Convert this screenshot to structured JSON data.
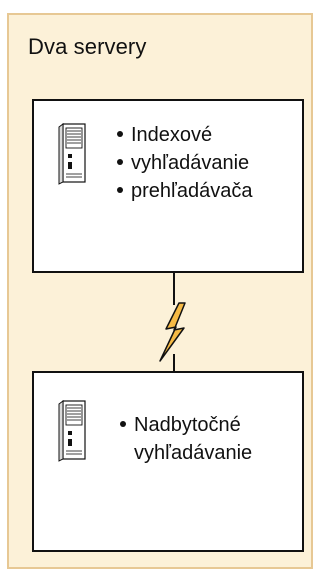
{
  "panel": {
    "title": "Dva servery"
  },
  "servers": [
    {
      "icon": "server-tower-icon",
      "items": [
        "Indexové",
        "vyhľadávanie",
        "prehľadávača"
      ]
    },
    {
      "icon": "server-tower-icon",
      "items": [
        "Nadbytočné\nvyhľadávanie"
      ]
    }
  ],
  "connector": {
    "icon": "lightning-bolt-icon"
  },
  "colors": {
    "panel_background": "#fcf1d8",
    "panel_border": "#e7c894",
    "lightning_fill": "#f6ba45",
    "outline": "#111111"
  }
}
